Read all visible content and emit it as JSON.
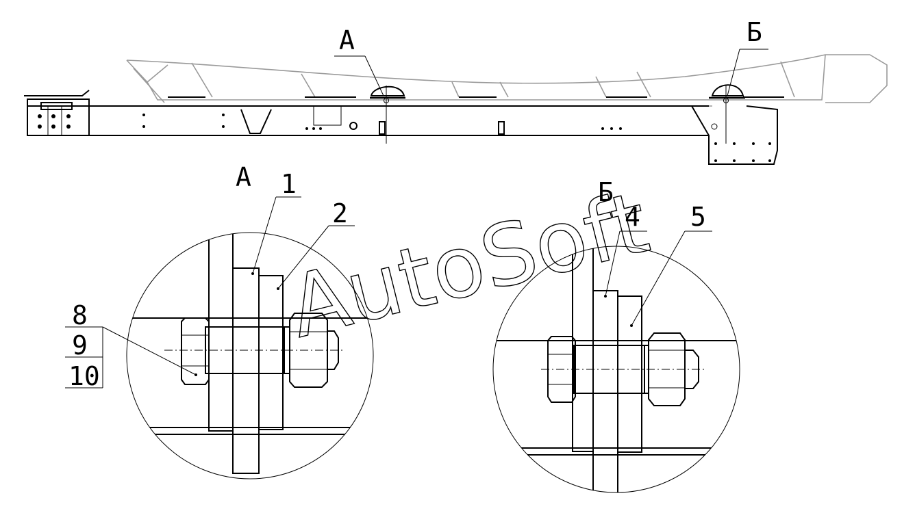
{
  "labels": {
    "view_a_marker": "А",
    "view_b_marker": "Б",
    "detail_a_title": "А",
    "detail_b_title": "Б",
    "callout_1": "1",
    "callout_2": "2",
    "callout_4": "4",
    "callout_5": "5",
    "callout_8": "8",
    "callout_9": "9",
    "callout_10": "10"
  },
  "watermark": "AutoSoft"
}
